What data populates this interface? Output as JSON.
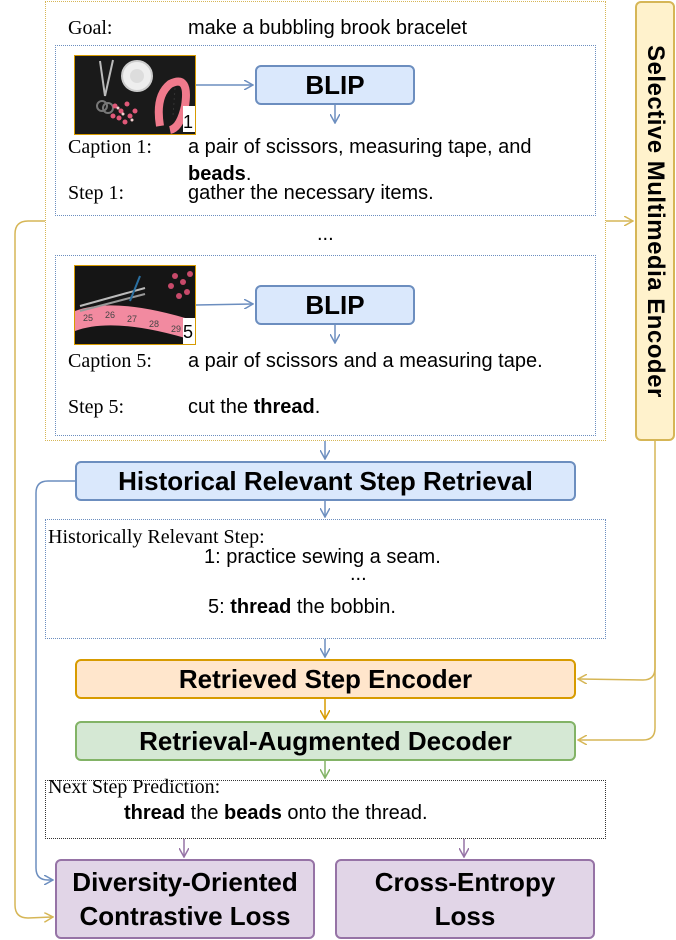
{
  "colors": {
    "blue_border": "#6c8ebf",
    "blue_fill": "#dae8fc",
    "orange_border": "#d79b00",
    "orange_fill": "#ffe6cc",
    "green_border": "#82b366",
    "green_fill": "#d5e8d4",
    "purple_border": "#9673a6",
    "purple_fill": "#e1d5e7",
    "gold_border": "#d6b656",
    "gold_fill": "#fff2cc"
  },
  "goal": {
    "label": "Goal:",
    "text": "make a bubbling brook bracelet"
  },
  "step1": {
    "image_number": "1",
    "blip": "BLIP",
    "caption_label": "Caption 1:",
    "caption_text_pre": "a pair of scissors, measuring tape, and",
    "caption_bold": "beads",
    "caption_post": ".",
    "step_label": "Step 1:",
    "step_text": "gather the necessary items."
  },
  "ellipsis": "...",
  "step5": {
    "image_number": "5",
    "blip": "BLIP",
    "caption_label": "Caption 5:",
    "caption_text": "a pair of scissors and a measuring tape.",
    "step_label": "Step 5:",
    "step_pre": "cut the ",
    "step_bold": "thread",
    "step_post": "."
  },
  "encoder_side": "Selective Multimedia Encoder",
  "retrieval": "Historical Relevant Step Retrieval",
  "relevant": {
    "label": "Historically Relevant Step:",
    "item1": "1: practice sewing a seam.",
    "ellipsis": "...",
    "item5_pre": "5: ",
    "item5_bold": "thread",
    "item5_post": " the bobbin."
  },
  "retrieved_encoder": "Retrieved Step Encoder",
  "decoder": "Retrieval-Augmented Decoder",
  "prediction": {
    "label": "Next Step Prediction:",
    "bold1": "thread",
    "mid": " the ",
    "bold2": "beads",
    "post": " onto the thread."
  },
  "loss_contrastive": {
    "line1": "Diversity-Oriented",
    "line2": "Contrastive Loss"
  },
  "loss_ce": {
    "line1": "Cross-Entropy",
    "line2": "Loss"
  }
}
